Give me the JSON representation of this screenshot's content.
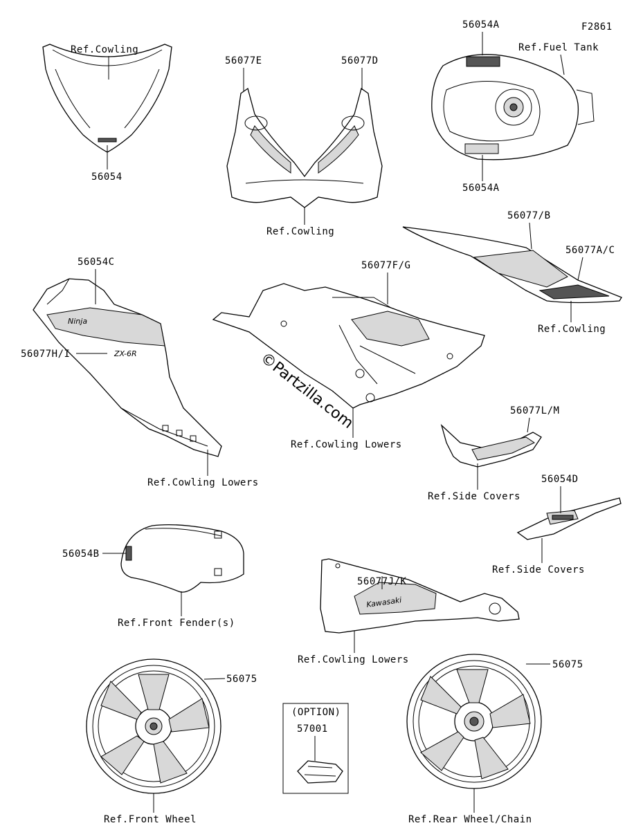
{
  "figure_code": "F2861",
  "watermark": "©Partzilla.com",
  "callouts": {
    "c_56054": "56054",
    "c_ref_cowling_1": "Ref.Cowling",
    "c_56077E": "56077E",
    "c_56077D": "56077D",
    "c_ref_cowling_2": "Ref.Cowling",
    "c_56054A_top": "56054A",
    "c_ref_fuel_tank": "Ref.Fuel Tank",
    "c_56054A_bottom": "56054A",
    "c_56077B": "56077/B",
    "c_56077AC": "56077A/C",
    "c_ref_cowling_3": "Ref.Cowling",
    "c_56054C": "56054C",
    "c_56077HI": "56077H/I",
    "c_ref_cowling_lowers_1": "Ref.Cowling Lowers",
    "c_56077FG": "56077F/G",
    "c_ref_cowling_lowers_2": "Ref.Cowling Lowers",
    "c_56077LM": "56077L/M",
    "c_ref_side_covers_1": "Ref.Side Covers",
    "c_56054D": "56054D",
    "c_ref_side_covers_2": "Ref.Side Covers",
    "c_56054B": "56054B",
    "c_ref_front_fender": "Ref.Front Fender(s)",
    "c_56077JK": "56077J/K",
    "c_ref_cowling_lowers_3": "Ref.Cowling Lowers",
    "c_56075_left": "56075",
    "c_56075_right": "56075",
    "c_option": "(OPTION)",
    "c_57001": "57001",
    "c_ref_front_wheel": "Ref.Front Wheel",
    "c_ref_rear_wheel": "Ref.Rear Wheel/Chain"
  },
  "decals": {
    "kawasaki": "Kawasaki",
    "ninja": "Ninja",
    "zx6r": "ZX-6R"
  }
}
